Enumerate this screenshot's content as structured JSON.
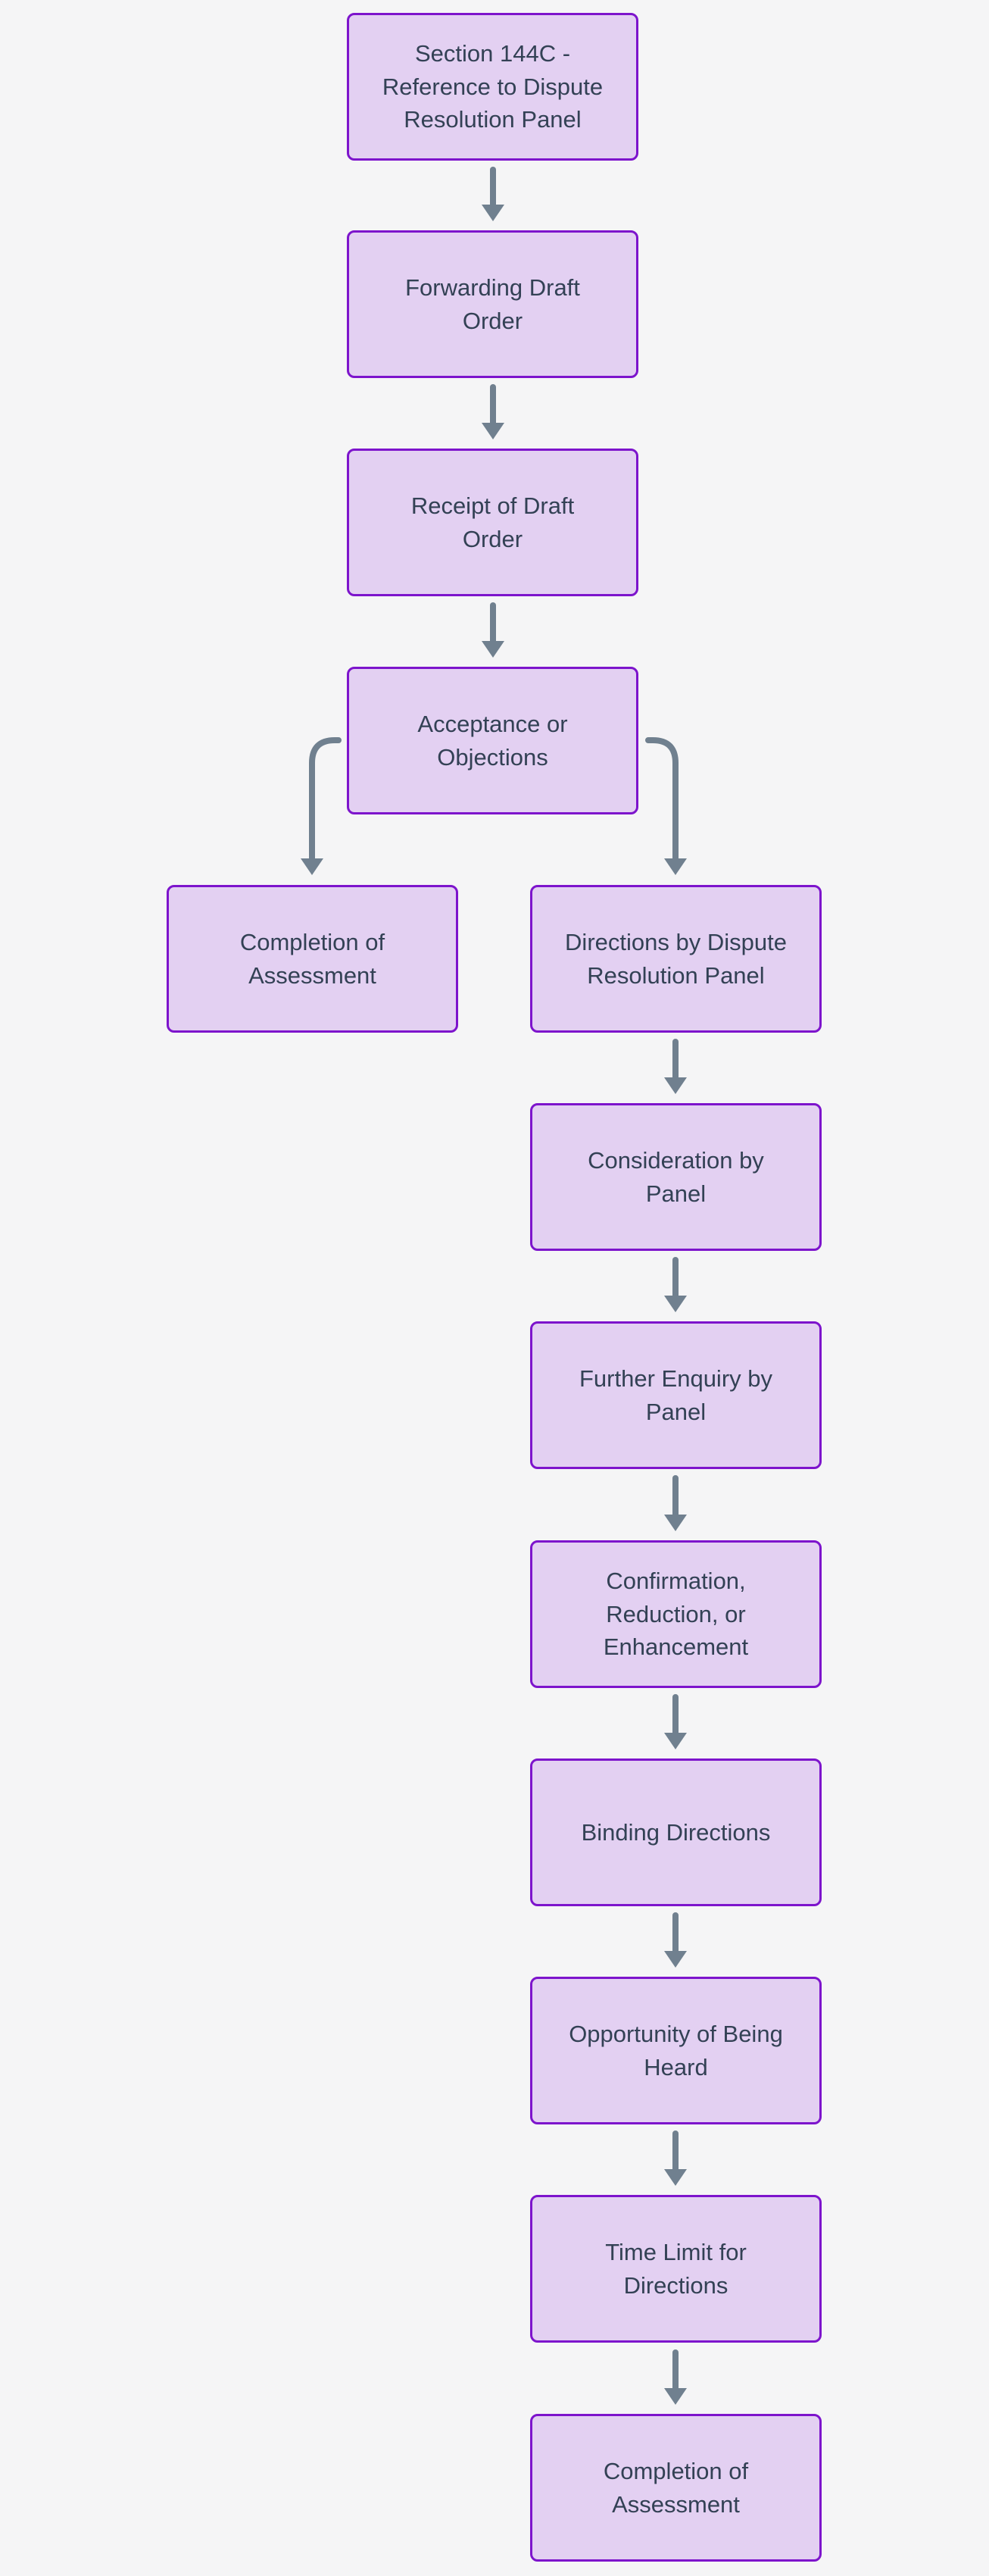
{
  "diagram": {
    "type": "flowchart",
    "direction": "top-down",
    "colors": {
      "background": "#f5f5f6",
      "node_fill": "#e3d0f2",
      "node_border": "#7d14cc",
      "node_text": "#334155",
      "arrow": "#70808f"
    },
    "nodes": [
      {
        "id": "section-144c",
        "label": "Section 144C -\nReference to Dispute\nResolution Panel"
      },
      {
        "id": "forwarding-draft-order",
        "label": "Forwarding Draft\nOrder"
      },
      {
        "id": "receipt-of-draft-order",
        "label": "Receipt of Draft\nOrder"
      },
      {
        "id": "acceptance-or-objections",
        "label": "Acceptance or\nObjections"
      },
      {
        "id": "completion-of-assessment-left",
        "label": "Completion of\nAssessment"
      },
      {
        "id": "directions-by-dispute-resolution-panel",
        "label": "Directions by Dispute\nResolution Panel"
      },
      {
        "id": "consideration-by-panel",
        "label": "Consideration by\nPanel"
      },
      {
        "id": "further-enquiry-by-panel",
        "label": "Further Enquiry by\nPanel"
      },
      {
        "id": "confirmation-reduction-or-enhancement",
        "label": "Confirmation,\nReduction, or\nEnhancement"
      },
      {
        "id": "binding-directions",
        "label": "Binding Directions"
      },
      {
        "id": "opportunity-of-being-heard",
        "label": "Opportunity of Being\nHeard"
      },
      {
        "id": "time-limit-for-directions",
        "label": "Time Limit for\nDirections"
      },
      {
        "id": "completion-of-assessment-final",
        "label": "Completion of\nAssessment"
      }
    ],
    "edges": [
      {
        "from": "section-144c",
        "to": "forwarding-draft-order"
      },
      {
        "from": "forwarding-draft-order",
        "to": "receipt-of-draft-order"
      },
      {
        "from": "receipt-of-draft-order",
        "to": "acceptance-or-objections"
      },
      {
        "from": "acceptance-or-objections",
        "to": "completion-of-assessment-left"
      },
      {
        "from": "acceptance-or-objections",
        "to": "directions-by-dispute-resolution-panel"
      },
      {
        "from": "directions-by-dispute-resolution-panel",
        "to": "consideration-by-panel"
      },
      {
        "from": "consideration-by-panel",
        "to": "further-enquiry-by-panel"
      },
      {
        "from": "further-enquiry-by-panel",
        "to": "confirmation-reduction-or-enhancement"
      },
      {
        "from": "confirmation-reduction-or-enhancement",
        "to": "binding-directions"
      },
      {
        "from": "binding-directions",
        "to": "opportunity-of-being-heard"
      },
      {
        "from": "opportunity-of-being-heard",
        "to": "time-limit-for-directions"
      },
      {
        "from": "time-limit-for-directions",
        "to": "completion-of-assessment-final"
      }
    ]
  }
}
